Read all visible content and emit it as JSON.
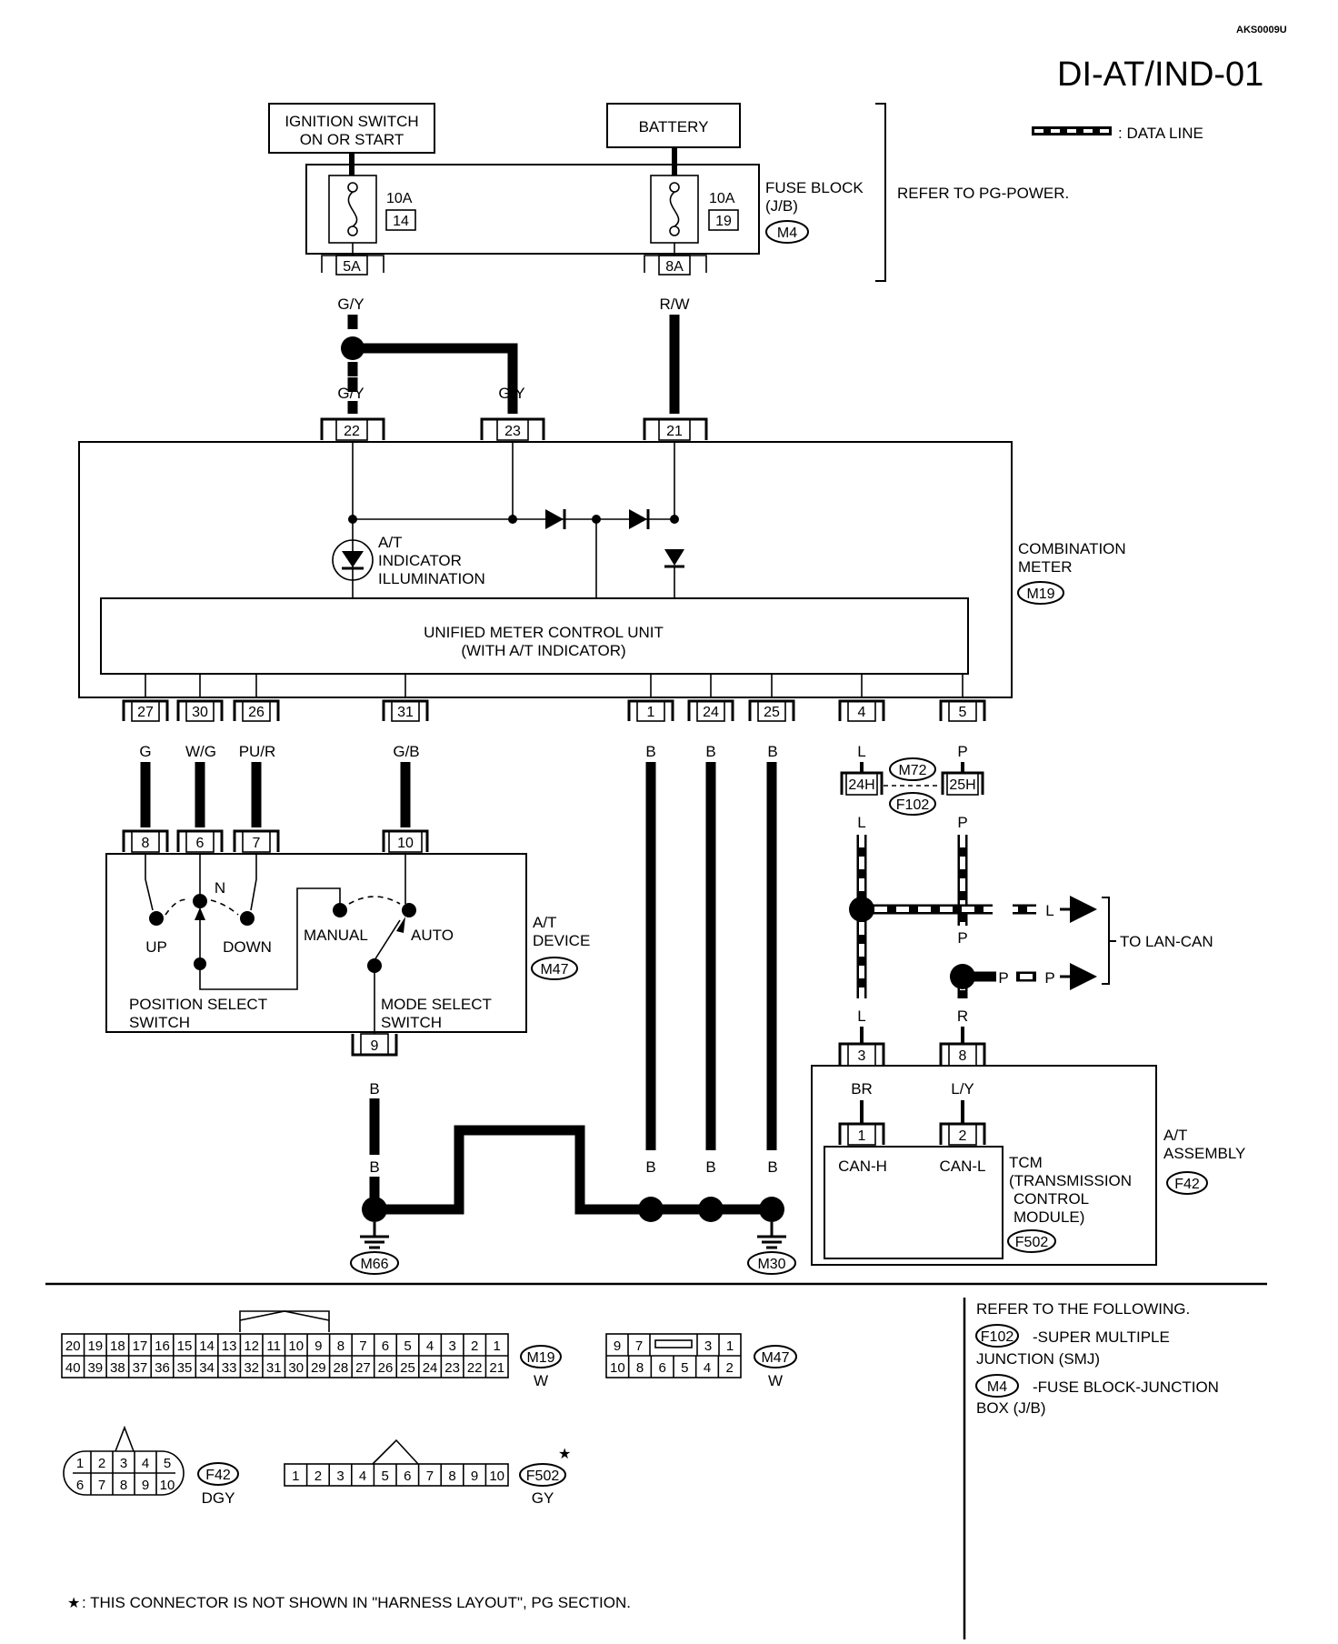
{
  "doc_code": "AKS0009U",
  "title": "DI-AT/IND-01",
  "legend": {
    "data_line": ": DATA LINE"
  },
  "supplies": {
    "ignition_line1": "IGNITION SWITCH",
    "ignition_line2": "ON OR START",
    "battery": "BATTERY"
  },
  "fuse_block": {
    "name_line1": "FUSE BLOCK",
    "name_line2": "(J/B)",
    "connector": "M4",
    "refer": "REFER TO PG-POWER.",
    "fuse1_amp": "10A",
    "fuse1_no": "14",
    "fuse1_pin": "5A",
    "fuse2_amp": "10A",
    "fuse2_no": "19",
    "fuse2_pin": "8A"
  },
  "wires": {
    "gy": "G/Y",
    "rw": "R/W",
    "g": "G",
    "wg": "W/G",
    "pur": "PU/R",
    "gb": "G/B",
    "b": "B",
    "l": "L",
    "p": "P",
    "r": "R",
    "br": "BR",
    "ly": "L/Y"
  },
  "combination_meter": {
    "name_line1": "COMBINATION",
    "name_line2": "METER",
    "connector": "M19",
    "indicator_line1": "A/T",
    "indicator_line2": "INDICATOR",
    "indicator_line3": "ILLUMINATION",
    "unit_line1": "UNIFIED METER CONTROL UNIT",
    "unit_line2": "(WITH A/T INDICATOR)",
    "top_pins": [
      "22",
      "23",
      "21"
    ],
    "bottom_pins": [
      "27",
      "30",
      "26",
      "31",
      "1",
      "24",
      "25",
      "4",
      "5"
    ]
  },
  "smj": {
    "pin_l": "24H",
    "pin_p": "25H",
    "conn_top": "M72",
    "conn_bottom": "F102"
  },
  "at_device": {
    "name_line1": "A/T",
    "name_line2": "DEVICE",
    "connector": "M47",
    "pins": [
      "8",
      "6",
      "7",
      "10"
    ],
    "ground_pin": "9",
    "n": "N",
    "up": "UP",
    "down": "DOWN",
    "manual": "MANUAL",
    "auto": "AUTO",
    "pos_line1": "POSITION SELECT",
    "pos_line2": "SWITCH",
    "mode_line1": "MODE SELECT",
    "mode_line2": "SWITCH"
  },
  "lan_can": "TO LAN-CAN",
  "grounds": [
    "M66",
    "M30"
  ],
  "at_assembly": {
    "name_line1": "A/T",
    "name_line2": "ASSEMBLY",
    "connector": "F42",
    "pins": [
      "3",
      "8"
    ],
    "tcm_pins": [
      "1",
      "2"
    ],
    "can_h": "CAN-H",
    "can_l": "CAN-L",
    "tcm_line1": "TCM",
    "tcm_line2": "(TRANSMISSION",
    "tcm_line3": "CONTROL",
    "tcm_line4": "MODULE)",
    "tcm_connector": "F502"
  },
  "connectors": {
    "m19": {
      "id": "M19",
      "color": "W",
      "row1": [
        "20",
        "19",
        "18",
        "17",
        "16",
        "15",
        "14",
        "13",
        "12",
        "11",
        "10",
        "9",
        "8",
        "7",
        "6",
        "5",
        "4",
        "3",
        "2",
        "1"
      ],
      "row2": [
        "40",
        "39",
        "38",
        "37",
        "36",
        "35",
        "34",
        "33",
        "32",
        "31",
        "30",
        "29",
        "28",
        "27",
        "26",
        "25",
        "24",
        "23",
        "22",
        "21"
      ]
    },
    "m47": {
      "id": "M47",
      "color": "W",
      "row1": [
        "9",
        "7",
        "",
        "3",
        "1"
      ],
      "row2": [
        "10",
        "8",
        "6",
        "5",
        "4",
        "2"
      ]
    },
    "f42": {
      "id": "F42",
      "color": "DGY",
      "row1": [
        "1",
        "2",
        "3",
        "4",
        "5"
      ],
      "row2": [
        "6",
        "7",
        "8",
        "9",
        "10"
      ]
    },
    "f502": {
      "id": "F502",
      "color": "GY",
      "star": "★",
      "row": [
        "1",
        "2",
        "3",
        "4",
        "5",
        "6",
        "7",
        "8",
        "9",
        "10"
      ]
    }
  },
  "refer_box": {
    "heading": "REFER TO THE FOLLOWING.",
    "item1_conn": "F102",
    "item1_line1": "-SUPER MULTIPLE",
    "item1_line2": "JUNCTION (SMJ)",
    "item2_conn": "M4",
    "item2_line1": "-FUSE BLOCK-JUNCTION",
    "item2_line2": "BOX (J/B)"
  },
  "footnote_star": "★",
  "footnote": ": THIS CONNECTOR IS NOT SHOWN IN \"HARNESS LAYOUT\", PG SECTION."
}
